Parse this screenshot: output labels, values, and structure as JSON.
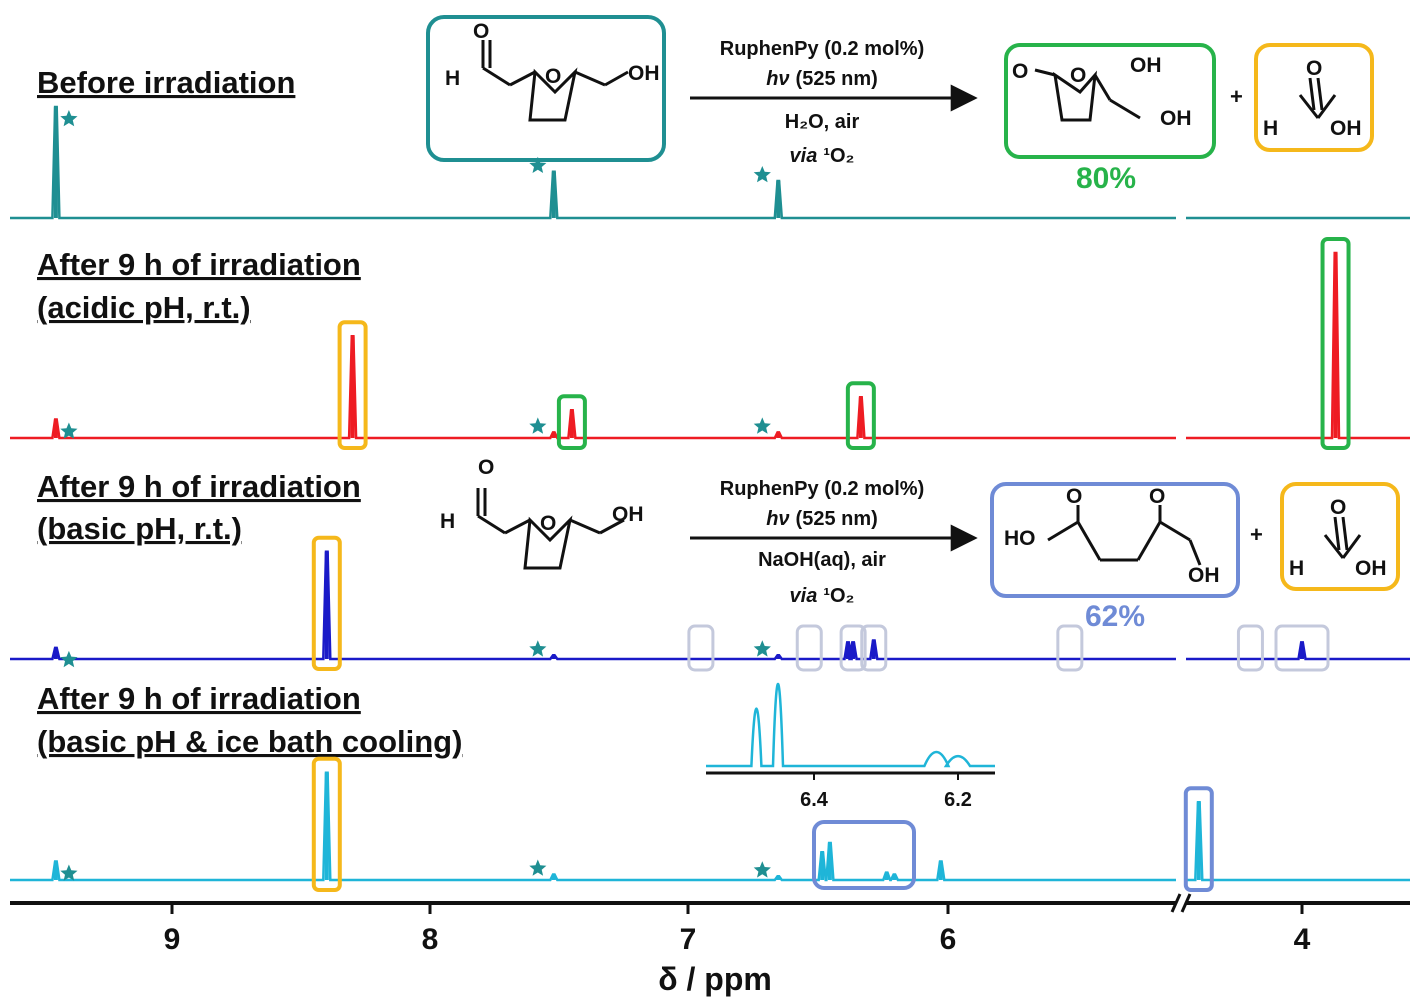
{
  "spectra": [
    {
      "label_lines": [
        "Before irradiation"
      ],
      "color": "#1f8f92"
    },
    {
      "label_lines": [
        "After 9 h of irradiation",
        "(acidic pH, r.t.)"
      ],
      "color": "#ee1c23"
    },
    {
      "label_lines": [
        "After 9 h of irradiation",
        "(basic pH, r.t.)"
      ],
      "color": "#1a1ac8"
    },
    {
      "label_lines": [
        "After 9 h of irradiation",
        "(basic pH & ice bath cooling)"
      ],
      "color": "#1fb5d8"
    }
  ],
  "reaction_acidic": {
    "catalyst": "RuphenPy (0.2 mol%)",
    "light_symbol": "hν",
    "light_wavelength": "(525 nm)",
    "solvent": "H₂O, air",
    "via_word": "via",
    "via_species": "¹O₂",
    "yield": "80%"
  },
  "reaction_basic": {
    "catalyst": "RuphenPy (0.2 mol%)",
    "light_symbol": "hν",
    "light_wavelength": "(525 nm)",
    "solvent": "NaOH(aq), air",
    "via_word": "via",
    "via_species": "¹O₂",
    "yield": "62%"
  },
  "structure_labels": {
    "h": "H",
    "o": "O",
    "oh": "OH",
    "ho": "HO",
    "plus": "+"
  },
  "colors": {
    "teal": "#1f8f92",
    "red": "#ee1c23",
    "blue": "#1a1ac8",
    "cyan": "#1fb5d8",
    "box_orange": "#f5b81b",
    "box_green": "#27b34a",
    "box_periwinkle": "#6f8bd6",
    "box_gray": "#c4c9dc",
    "star": "#1f8f92",
    "yield_green": "#27b34a",
    "yield_blue": "#6f8bd6"
  },
  "inset": {
    "ticks": [
      "6.4",
      "6.2"
    ],
    "peaks": [
      {
        "ppm": 6.48,
        "height": 0.7
      },
      {
        "ppm": 6.45,
        "height": 1.0
      },
      {
        "ppm": 6.23,
        "height": 0.17
      },
      {
        "ppm": 6.2,
        "height": 0.12
      }
    ]
  },
  "chart_data": {
    "type": "line",
    "xlabel": "δ / ppm",
    "x_reversed": true,
    "axis_break": true,
    "x_ticks": [
      "9",
      "8",
      "7",
      "6",
      "4"
    ],
    "series": [
      {
        "peaks": [
          {
            "ppm": 9.45,
            "height": 0.6,
            "star": true
          },
          {
            "ppm": 7.52,
            "height": 0.25,
            "star": true
          },
          {
            "ppm": 6.65,
            "height": 0.2,
            "star": true
          }
        ]
      },
      {
        "peaks": [
          {
            "ppm": 9.45,
            "height": 0.1,
            "star": true
          },
          {
            "ppm": 8.3,
            "height": 0.55,
            "box": "orange"
          },
          {
            "ppm": 7.52,
            "height": 0.03,
            "star": true
          },
          {
            "ppm": 7.45,
            "height": 0.15,
            "box": "green"
          },
          {
            "ppm": 6.65,
            "height": 0.03,
            "star": true
          },
          {
            "ppm": 6.33,
            "height": 0.22,
            "box": "green"
          },
          {
            "ppm": 3.87,
            "height": 1.0,
            "box": "green"
          }
        ]
      },
      {
        "peaks": [
          {
            "ppm": 9.45,
            "height": 0.06,
            "star": true
          },
          {
            "ppm": 8.4,
            "height": 0.58,
            "box": "orange"
          },
          {
            "ppm": 7.52,
            "height": 0.02,
            "star": true
          },
          {
            "ppm": 6.65,
            "height": 0.02,
            "star": true
          },
          {
            "ppm": 6.38,
            "height": 0.09
          },
          {
            "ppm": 6.36,
            "height": 0.09
          },
          {
            "ppm": 6.28,
            "height": 0.1
          },
          {
            "ppm": 4.0,
            "height": 0.09
          }
        ]
      },
      {
        "peaks": [
          {
            "ppm": 9.45,
            "height": 0.1,
            "star": true
          },
          {
            "ppm": 8.4,
            "height": 0.58,
            "box": "orange"
          },
          {
            "ppm": 7.52,
            "height": 0.03,
            "star": true
          },
          {
            "ppm": 6.65,
            "height": 0.02,
            "star": true
          },
          {
            "ppm": 6.48,
            "height": 0.15
          },
          {
            "ppm": 6.45,
            "height": 0.2
          },
          {
            "ppm": 6.23,
            "height": 0.04
          },
          {
            "ppm": 6.2,
            "height": 0.03
          },
          {
            "ppm": 6.02,
            "height": 0.1
          },
          {
            "ppm": 4.4,
            "height": 0.42,
            "box": "periwinkle"
          }
        ]
      }
    ]
  }
}
